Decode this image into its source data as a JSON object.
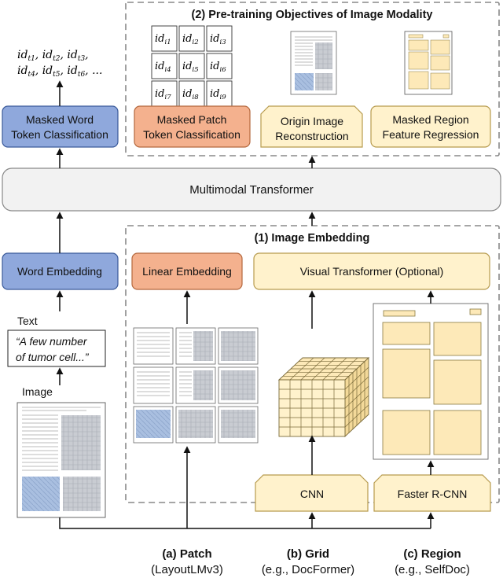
{
  "section_pretrain": {
    "title": "(2) Pre-training Objectives of Image Modality"
  },
  "section_embed": {
    "title": "(1) Image Embedding"
  },
  "token_ids_text": {
    "row1": [
      "id",
      "t1",
      "id",
      "t2",
      "id",
      "t3"
    ],
    "line1": "idt1, idt2, idt3,",
    "line2": "idt4, idt5, idt6, ..."
  },
  "token_ids_image": [
    "i1",
    "i2",
    "i3",
    "i4",
    "i5",
    "i6",
    "i7",
    "i8",
    "i9"
  ],
  "boxes": {
    "masked_word": [
      "Masked Word",
      "Token Classification"
    ],
    "masked_patch": [
      "Masked Patch",
      "Token Classification"
    ],
    "origin_image": [
      "Origin Image",
      "Reconstruction"
    ],
    "masked_region": [
      "Masked Region",
      "Feature Regression"
    ],
    "multimodal": "Multimodal Transformer",
    "word_embedding": "Word Embedding",
    "linear_embedding": "Linear Embedding",
    "visual_transformer": "Visual Transformer (Optional)",
    "cnn": "CNN",
    "faster_rcnn": "Faster R-CNN"
  },
  "labels": {
    "text": "Text",
    "quote_line1": "“A few number",
    "quote_line2": "of tumor cell...”",
    "image": "Image"
  },
  "methods": [
    {
      "name": "(a) Patch",
      "example": "(LayoutLMv3)"
    },
    {
      "name": "(b) Grid",
      "example": "(e.g., DocFormer)"
    },
    {
      "name": "(c) Region",
      "example": "(e.g., SelfDoc)"
    }
  ],
  "colors": {
    "blue_fill": "#8fa8dc",
    "blue_stroke": "#3a5a9a",
    "orange_fill": "#f4b18e",
    "orange_stroke": "#b5683d",
    "yellow_fill": "#fff2cc",
    "yellow_stroke": "#b79b4e",
    "gray_fill": "#f2f2f2"
  }
}
